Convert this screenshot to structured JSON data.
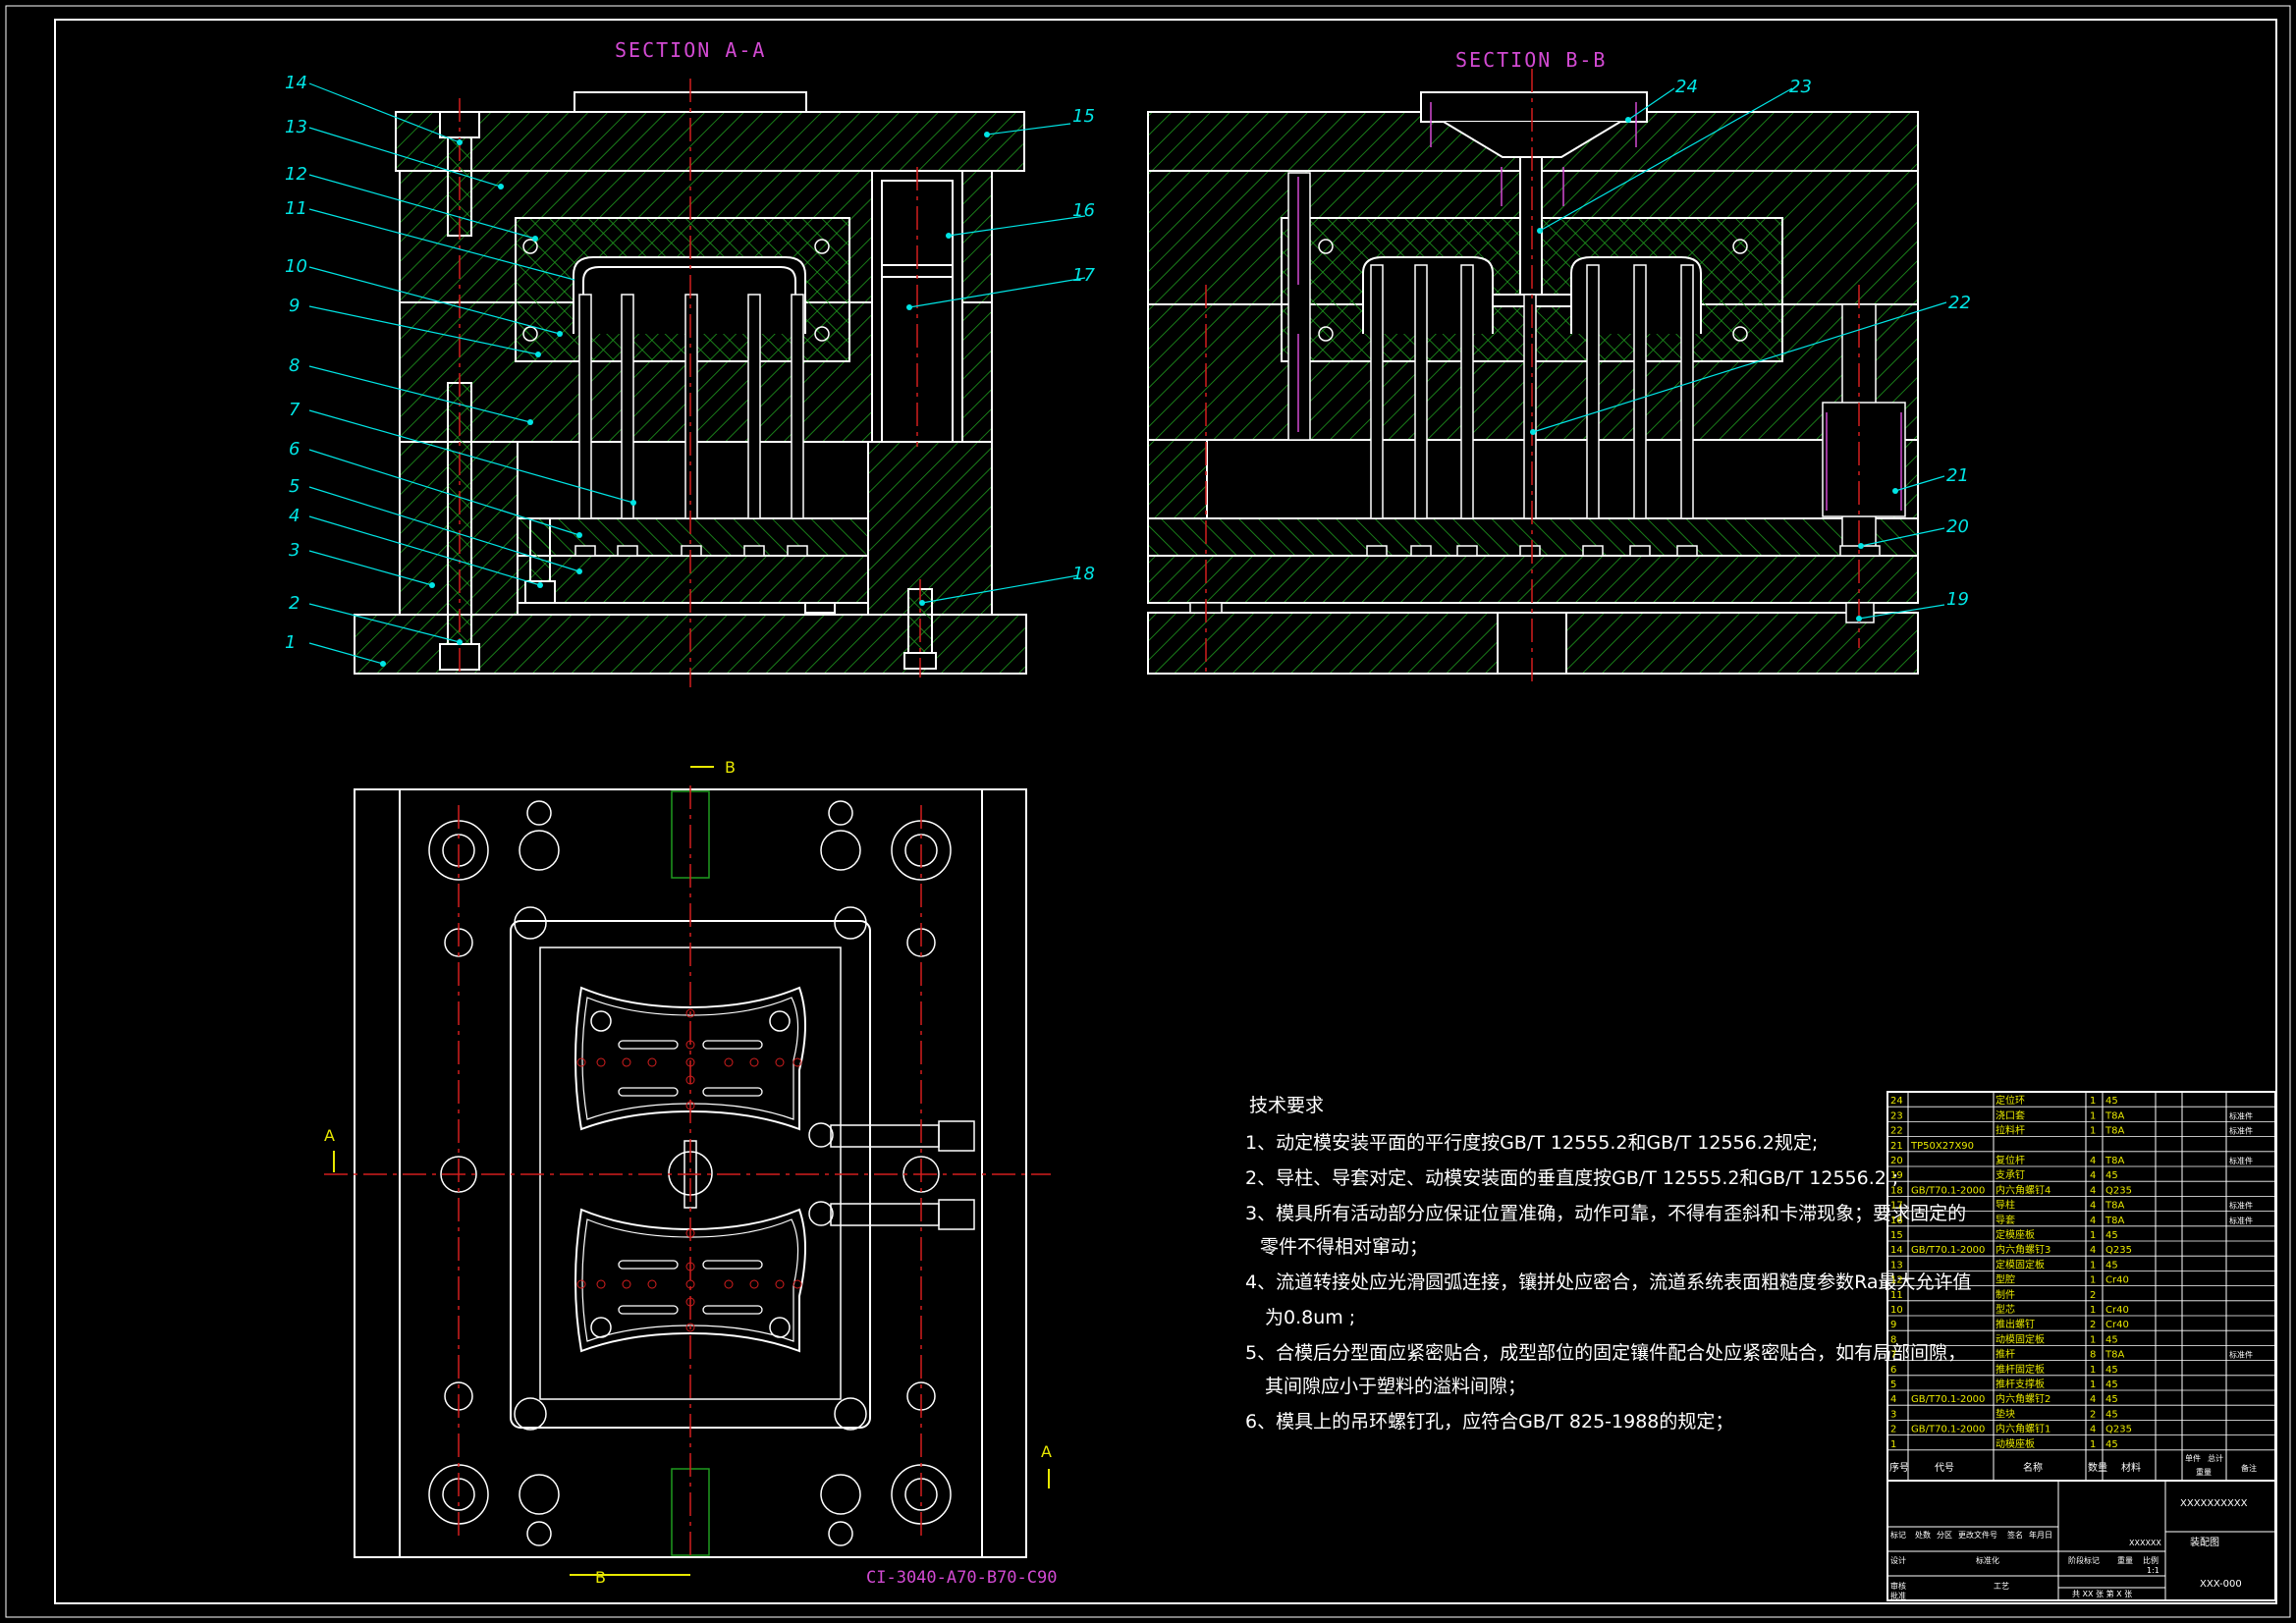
{
  "views": {
    "section_a": "SECTION A-A",
    "section_b": "SECTION B-B",
    "mold_code": "CI-3040-A70-B70-C90",
    "marks": {
      "a_left": "A",
      "a_right": "A",
      "b_top": "B",
      "b_bottom": "B"
    }
  },
  "part_labels": [
    "1",
    "2",
    "3",
    "4",
    "5",
    "6",
    "7",
    "8",
    "9",
    "10",
    "11",
    "12",
    "13",
    "14",
    "15",
    "16",
    "17",
    "18",
    "19",
    "20",
    "21",
    "22",
    "23",
    "24"
  ],
  "technical_requirements": {
    "title": "技术要求",
    "items": [
      "1、动定模安装平面的平行度按GB/T 12555.2和GB/T 12556.2规定;",
      "2、导柱、导套对定、动模安装面的垂直度按GB/T 12555.2和GB/T 12556.2 ;",
      "3、模具所有活动部分应保证位置准确，动作可靠，不得有歪斜和卡滞现象；要求固定的",
      "零件不得相对窜动；",
      "4、流道转接处应光滑圆弧连接，镶拼处应密合，流道系统表面粗糙度参数Ra最大允许值",
      "为0.8um ;",
      "5、合模后分型面应紧密贴合，成型部位的固定镶件配合处应紧密贴合，如有局部间隙，",
      "其间隙应小于塑料的溢料间隙；",
      "6、模具上的吊环螺钉孔，应符合GB/T 825-1988的规定；"
    ]
  },
  "parts_list": [
    {
      "no": "24",
      "code": "",
      "name": "定位环",
      "qty": "1",
      "mat": "45",
      "note": ""
    },
    {
      "no": "23",
      "code": "",
      "name": "浇口套",
      "qty": "1",
      "mat": "T8A",
      "note": "标准件"
    },
    {
      "no": "22",
      "code": "",
      "name": "拉料杆",
      "qty": "1",
      "mat": "T8A",
      "note": "标准件"
    },
    {
      "no": "21",
      "code": "TP50X27X90",
      "name": "",
      "qty": "",
      "mat": "",
      "note": ""
    },
    {
      "no": "20",
      "code": "",
      "name": "复位杆",
      "qty": "4",
      "mat": "T8A",
      "note": "标准件"
    },
    {
      "no": "19",
      "code": "",
      "name": "支承钉",
      "qty": "4",
      "mat": "45",
      "note": ""
    },
    {
      "no": "18",
      "code": "GB/T70.1-2000",
      "name": "内六角螺钉4",
      "qty": "4",
      "mat": "Q235",
      "note": ""
    },
    {
      "no": "17",
      "code": "",
      "name": "导柱",
      "qty": "4",
      "mat": "T8A",
      "note": "标准件"
    },
    {
      "no": "16",
      "code": "",
      "name": "导套",
      "qty": "4",
      "mat": "T8A",
      "note": "标准件"
    },
    {
      "no": "15",
      "code": "",
      "name": "定模座板",
      "qty": "1",
      "mat": "45",
      "note": ""
    },
    {
      "no": "14",
      "code": "GB/T70.1-2000",
      "name": "内六角螺钉3",
      "qty": "4",
      "mat": "Q235",
      "note": ""
    },
    {
      "no": "13",
      "code": "",
      "name": "定模固定板",
      "qty": "1",
      "mat": "45",
      "note": ""
    },
    {
      "no": "12",
      "code": "",
      "name": "型腔",
      "qty": "1",
      "mat": "Cr40",
      "note": ""
    },
    {
      "no": "11",
      "code": "",
      "name": "制件",
      "qty": "2",
      "mat": "",
      "note": ""
    },
    {
      "no": "10",
      "code": "",
      "name": "型芯",
      "qty": "1",
      "mat": "Cr40",
      "note": ""
    },
    {
      "no": "9",
      "code": "",
      "name": "推出螺钉",
      "qty": "2",
      "mat": "Cr40",
      "note": ""
    },
    {
      "no": "8",
      "code": "",
      "name": "动模固定板",
      "qty": "1",
      "mat": "45",
      "note": ""
    },
    {
      "no": "7",
      "code": "",
      "name": "推杆",
      "qty": "8",
      "mat": "T8A",
      "note": "标准件"
    },
    {
      "no": "6",
      "code": "",
      "name": "推杆固定板",
      "qty": "1",
      "mat": "45",
      "note": ""
    },
    {
      "no": "5",
      "code": "",
      "name": "推杆支撑板",
      "qty": "1",
      "mat": "45",
      "note": ""
    },
    {
      "no": "4",
      "code": "GB/T70.1-2000",
      "name": "内六角螺钉2",
      "qty": "4",
      "mat": "45",
      "note": ""
    },
    {
      "no": "3",
      "code": "",
      "name": "垫块",
      "qty": "2",
      "mat": "45",
      "note": ""
    },
    {
      "no": "2",
      "code": "GB/T70.1-2000",
      "name": "内六角螺钉1",
      "qty": "4",
      "mat": "Q235",
      "note": ""
    },
    {
      "no": "1",
      "code": "",
      "name": "动模座板",
      "qty": "1",
      "mat": "45",
      "note": ""
    }
  ],
  "parts_header": {
    "no": "序号",
    "code": "代号",
    "name": "名称",
    "qty": "数量",
    "mat": "材料",
    "unit": "单件",
    "total": "总计",
    "weight": "重量",
    "note": "备注"
  },
  "title_block": {
    "company": "XXXXXXXXXX",
    "drawing_name": "装配图",
    "material_mark": "XXXXXX",
    "drawing_no": "XXX-000",
    "scale": "1:1",
    "sheets": "共 XX 张 第 X 张",
    "rows": [
      "标记",
      "处数",
      "分区",
      "更改文件号",
      "签名",
      "年月日"
    ],
    "rows2": [
      "设计",
      "标准化",
      "阶段标记",
      "重量",
      "比例"
    ],
    "rows3": [
      "审核",
      "工艺",
      "批准"
    ]
  },
  "colors": {
    "bg": "#000000",
    "line": "#ffffff",
    "hatch": "#1f9a1f",
    "center": "#d21e1e",
    "label": "#00e5e5",
    "section": "#d24ad2",
    "mark": "#e8e800"
  }
}
